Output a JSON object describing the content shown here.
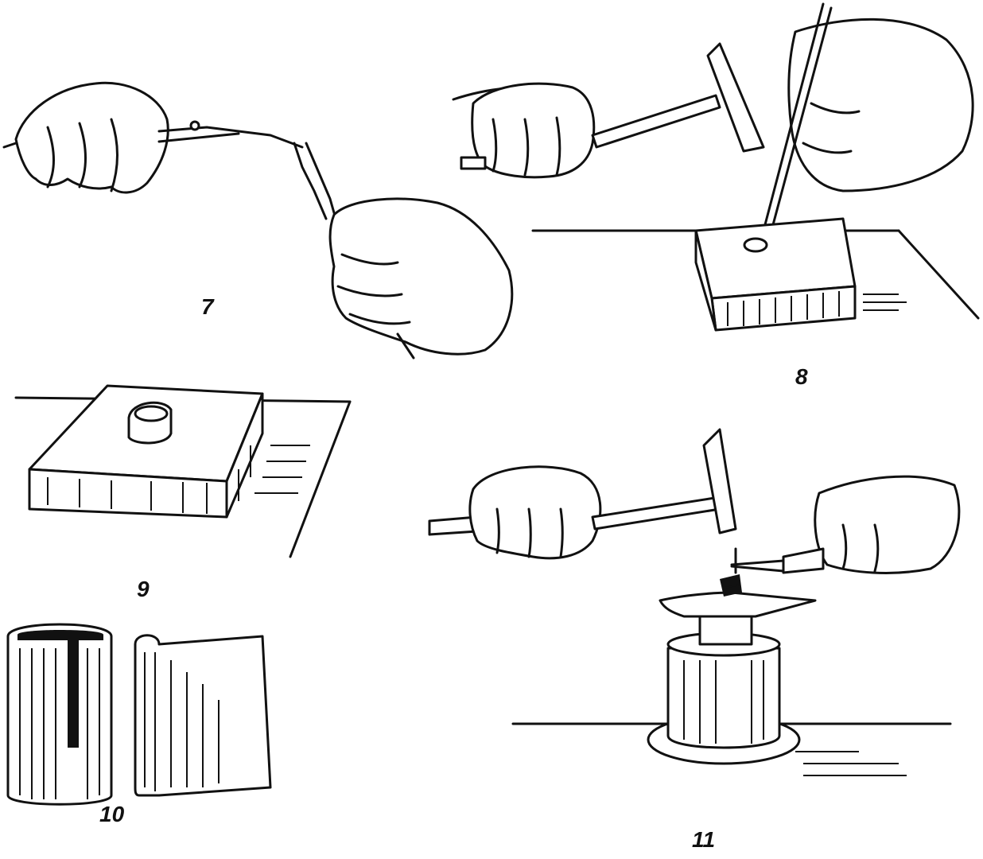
{
  "figures": [
    {
      "label": "7"
    },
    {
      "label": "8"
    },
    {
      "label": "9"
    },
    {
      "label": "10"
    },
    {
      "label": "11"
    }
  ]
}
